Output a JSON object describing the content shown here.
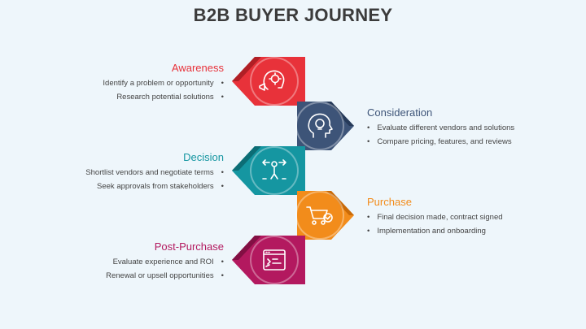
{
  "title": "B2B BUYER JOURNEY",
  "stages": [
    {
      "name": "Awareness",
      "color": "#e8323a",
      "icon": "brain-gear-megaphone-icon",
      "bullets": [
        "Identify a problem or opportunity",
        "Research potential solutions"
      ]
    },
    {
      "name": "Consideration",
      "color": "#3d5478",
      "icon": "head-lightbulb-icon",
      "bullets": [
        "Evaluate different vendors and solutions",
        "Compare pricing, features, and reviews"
      ]
    },
    {
      "name": "Decision",
      "color": "#1596a1",
      "icon": "decision-arrows-icon",
      "bullets": [
        "Shortlist vendors and negotiate terms",
        "Seek approvals from stakeholders"
      ]
    },
    {
      "name": "Purchase",
      "color": "#f28c1b",
      "icon": "shopping-cart-check-icon",
      "bullets": [
        "Final decision made, contract signed",
        "Implementation and onboarding"
      ]
    },
    {
      "name": "Post-Purchase",
      "color": "#b3195f",
      "icon": "browser-feedback-icon",
      "bullets": [
        "Evaluate experience and ROI",
        "Renewal or upsell opportunities"
      ]
    }
  ]
}
